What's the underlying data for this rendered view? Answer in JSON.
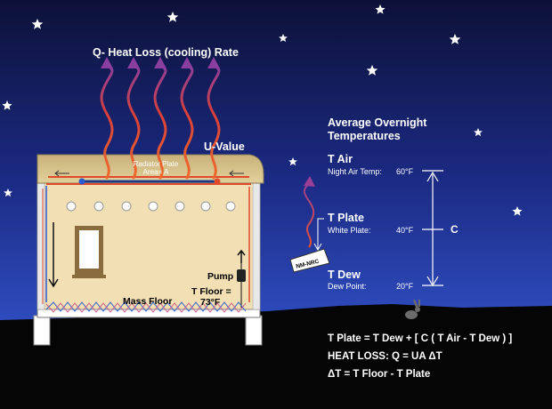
{
  "labels": {
    "heat_loss_title": "Q- Heat Loss (cooling) Rate",
    "u_value": "U-Value",
    "radiator_line1": "Radiator Plate",
    "radiator_line2": "Area= A",
    "pump": "Pump",
    "t_floor_line1": "T Floor =",
    "t_floor_line2": "73°F",
    "mass_floor": "Mass Floor",
    "sign": "NM-NRC",
    "avg_line1": "Average Overnight",
    "avg_line2": "Temperatures",
    "t_air": "T Air",
    "night_air_label": "Night Air Temp:",
    "night_air_value": "60°F",
    "t_plate": "T Plate",
    "white_plate_label": "White Plate:",
    "white_plate_value": "40°F",
    "c_label": "C",
    "t_dew": "T Dew",
    "dew_point_label": "Dew Point:",
    "dew_point_value": "20°F"
  },
  "equations": {
    "line1": "T Plate = T Dew + [ C ( T Air - T Dew ) ]",
    "line2": "HEAT LOSS:  Q = UA ΔT",
    "line3": "ΔT = T Floor - T Plate"
  },
  "colors": {
    "sky_top": "#0d1138",
    "sky_bottom": "#2c47b8",
    "ground": "#050505",
    "wall_fill": "#f2dfb4",
    "roof_fill": "#d9c592",
    "arrow_wave": "#e8522c",
    "arrow_head": "#8a3fa0",
    "hot_pipe": "#e04a2a",
    "cold_pipe": "#2a5ad0"
  }
}
